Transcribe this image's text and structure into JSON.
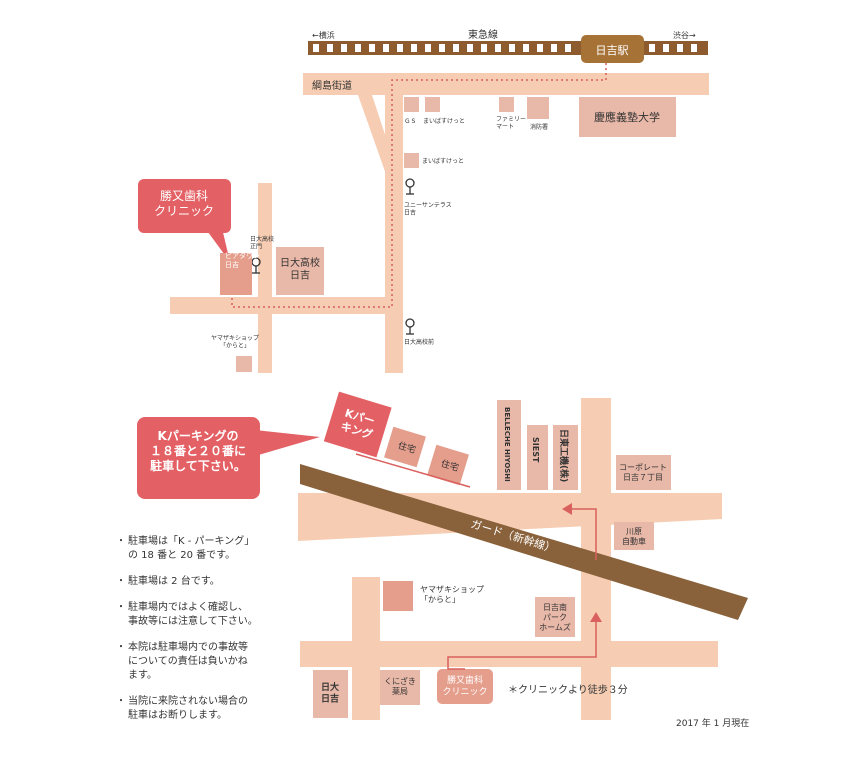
{
  "colors": {
    "road": "#f6cdb3",
    "building_light": "#e8b8a8",
    "building_mid": "#e59d8c",
    "accent_red": "#e36165",
    "rail_brown": "#8d5b2e",
    "station": "#a67236",
    "viaduct": "#89613a",
    "route_dots": "#d9605d"
  },
  "top_map": {
    "rail_line_label": "東急線",
    "direction_left": "←横浜",
    "direction_right": "渋谷→",
    "station": "日吉駅",
    "road_label": "綱島街道",
    "gs": "G S",
    "maibasuket_1": "まいばすけっと",
    "familymart": "ファミリー\nマート",
    "fire_station": "消防署",
    "keio": "慶應義塾大学",
    "maibasuket_2": "まいばすけっと",
    "bus_stop_1": "ユニーサンテラス\n日吉",
    "bus_stop_2": "日大高校\n正門",
    "bus_stop_3": "日大高校前",
    "clinic_callout": "勝又歯科\nクリニック",
    "pia_town": "ピアタウン\n日吉",
    "nichidai_school": "日大高校\n日吉",
    "yamazaki_shop": "ヤマザキショップ\n「からと」"
  },
  "bottom_map": {
    "callout": "Kパーキングの\n１８番と２０番に\n駐車して下さい。",
    "k_parking": "Kパー\nキング",
    "house_1": "住宅",
    "house_2": "住宅",
    "belleche": "BELLECHE HIYOSHI",
    "siest": "SIEST",
    "nitto": "日東工機(株)",
    "corporate": "コーポレート\n日吉７丁目",
    "kawahara": "川原\n自動車",
    "guard": "ガード（新幹線）",
    "yamazaki": "ヤマザキショップ\n「からと」",
    "park_homes": "日吉南\nパーク\nホームズ",
    "nichidai": "日大\n日吉",
    "kunizaki": "くにざき\n薬局",
    "clinic": "勝又歯科\nクリニック",
    "walk_note": "＊クリニックより徒歩３分"
  },
  "notes": [
    "駐車場は「K - パーキング」\nの 18 番と 20 番です。",
    "駐車場は 2 台です。",
    "駐車場内ではよく確認し、\n事故等には注意して下さい。",
    "本院は駐車場内での事故等\nについての責任は負いかね\nます。",
    "当院に来院されない場合の\n駐車はお断りします。"
  ],
  "footer": "2017 年 1 月現在"
}
